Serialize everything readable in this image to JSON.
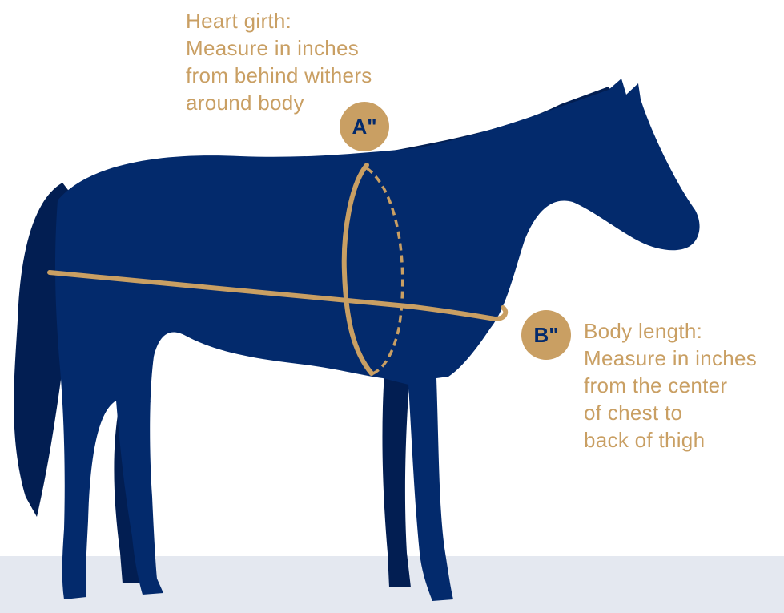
{
  "colors": {
    "horse_primary": "#032a6c",
    "horse_shadow": "#021e52",
    "accent_tan": "#c99f63",
    "ground": "#e4e8f0",
    "background": "#ffffff"
  },
  "heart_girth": {
    "marker": "A\"",
    "lines": [
      "Heart girth:",
      "Measure in inches",
      "from behind withers",
      "around body"
    ]
  },
  "body_length": {
    "marker": "B\"",
    "lines": [
      "Body length:",
      "Measure in inches",
      "from the center",
      "of chest to",
      "back of thigh"
    ]
  },
  "icons": {
    "horse": "horse-silhouette-icon"
  }
}
